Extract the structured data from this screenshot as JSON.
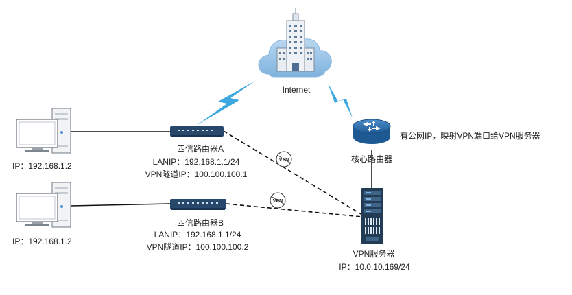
{
  "internet": {
    "label": "Internet"
  },
  "core_router": {
    "label": "核心路由器",
    "note": "有公网IP，映射VPN端口给VPN服务器"
  },
  "router_a": {
    "name": "四信路由器A",
    "lan_ip": "LANIP：192.168.1.1/24",
    "vpn_ip": "VPN隧道IP：100.100.100.1"
  },
  "router_b": {
    "name": "四信路由器B",
    "lan_ip": "LANIP：192.168.1.1/24",
    "vpn_ip": "VPN隧道IP：100.100.100.2"
  },
  "pc_a": {
    "ip": "IP：192.168.1.2"
  },
  "pc_b": {
    "ip": "IP：192.168.1.2"
  },
  "vpn_server": {
    "label": "VPN服务器",
    "ip": "IP：10.0.10.169/24"
  },
  "vpn_badge": {
    "text": "VPN"
  },
  "colors": {
    "router": "#27476b",
    "cloud": "#9cc4e6",
    "bolt": "#3da8df",
    "core": "#2a6fb0",
    "server": "#233c56"
  }
}
